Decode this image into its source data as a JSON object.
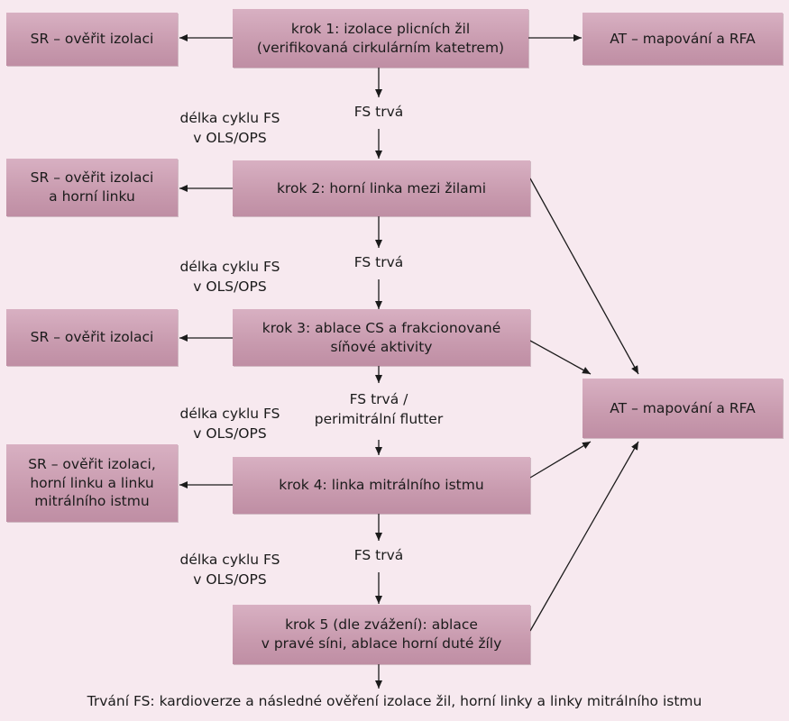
{
  "nodes": {
    "step1": "krok 1: izolace plicních žil\n(verifikovaná cirkulárním katetrem)",
    "step2": "krok 2: horní linka mezi žilami",
    "step3": "krok 3: ablace CS a frakcionované\nsíňové aktivity",
    "step4": "krok 4: linka mitrálního istmu",
    "step5": "krok 5 (dle zvážení): ablace\nv pravé síni, ablace horní duté žíly",
    "sr1": "SR – ověřit izolaci",
    "sr2": "SR – ověřit izolaci\na horní linku",
    "sr3": "SR – ověřit izolaci",
    "sr4": "SR – ověřit izolaci,\nhorní linku a linku\nmitrálního istmu",
    "at1": "AT – mapování a RFA",
    "at2": "AT – mapování a RFA"
  },
  "labels": {
    "fs1": "FS trvá",
    "fs2": "FS trvá",
    "fs3": "FS trvá /\nperimitrální flutter",
    "fs4": "FS trvá",
    "cl1": "délka cyklu FS\nv OLS/OPS",
    "cl2": "délka cyklu FS\nv OLS/OPS",
    "cl3": "délka cyklu FS\nv OLS/OPS",
    "cl4": "délka cyklu FS\nv OLS/OPS",
    "footer": "Trvání FS: kardioverze a následné ověření izolace žil, horní linky a linky mitrálního istmu"
  },
  "colors": {
    "background": "#f7e9ef",
    "box": "#c89aae",
    "line": "#1b1b1b"
  }
}
